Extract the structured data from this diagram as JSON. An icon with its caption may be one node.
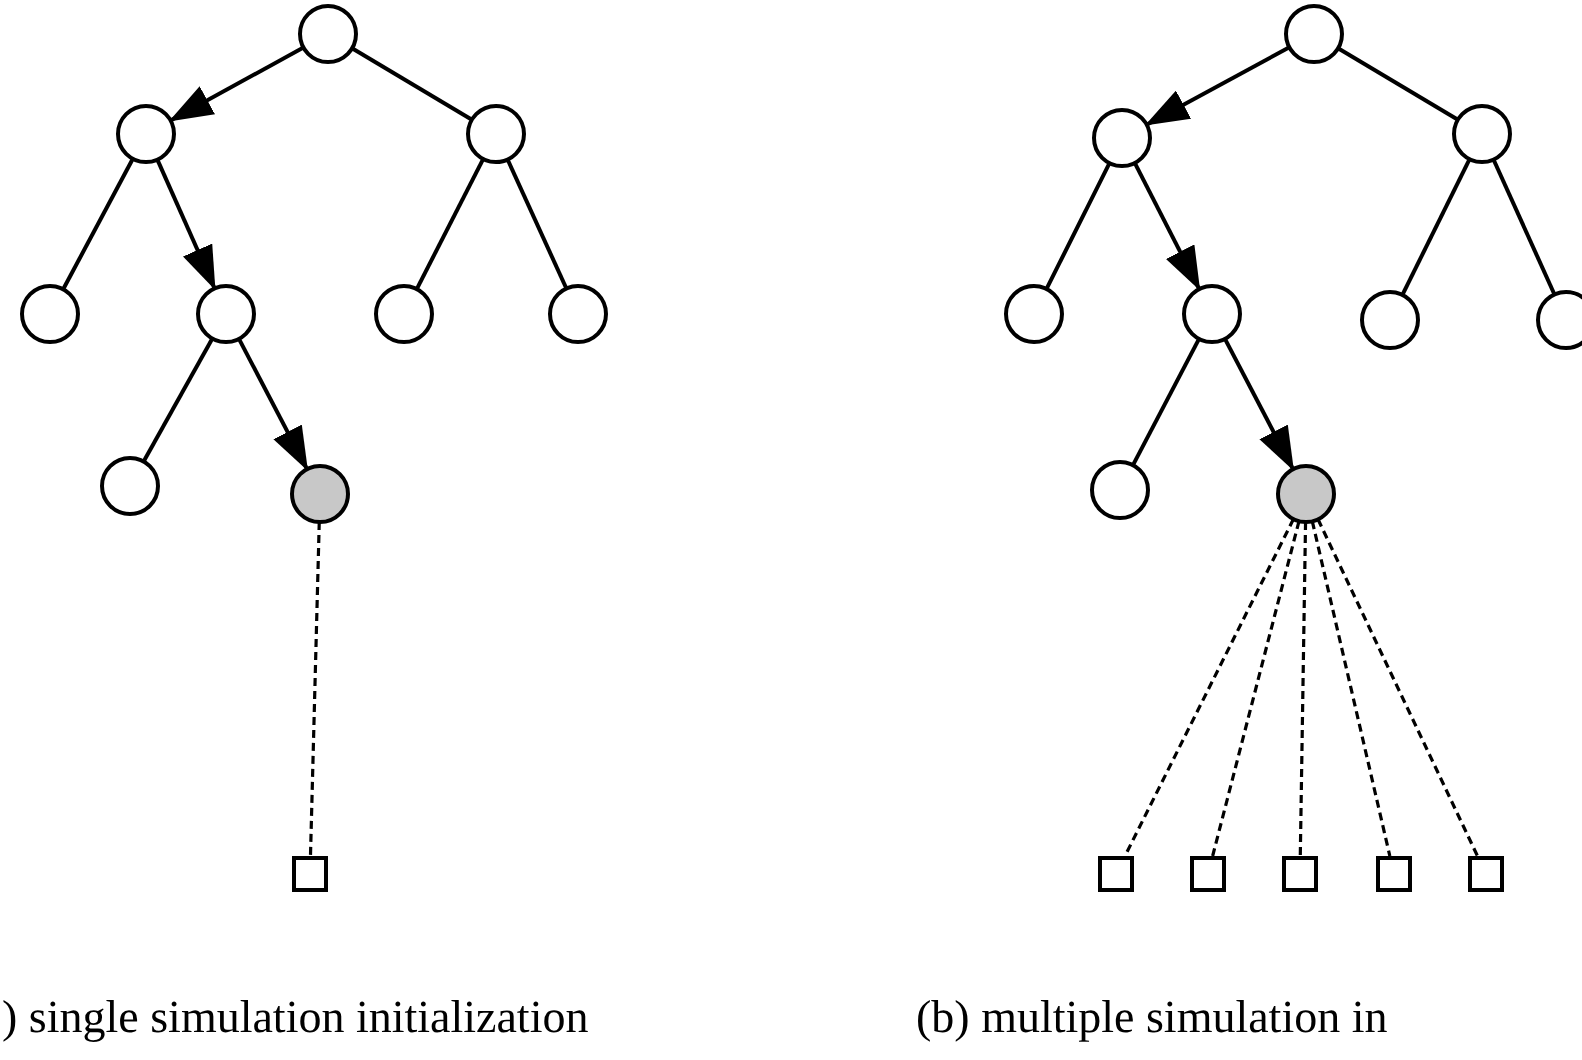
{
  "diagram": {
    "nodes": [
      {
        "text": [],
        "shape": "circle"
      },
      {
        "text": [],
        "shape": "circle"
      },
      {
        "text": [],
        "shape": "circle"
      },
      {
        "text": [],
        "shape": "circle"
      },
      {
        "text": [],
        "shape": "circle"
      },
      {
        "text": [],
        "shape": "circle"
      },
      {
        "text": [],
        "shape": "circle"
      },
      {
        "text": [],
        "shape": "circle"
      },
      {
        "text": [],
        "shape": "circle"
      },
      {
        "text": [],
        "shape": "box"
      },
      {
        "text": [],
        "shape": "circle"
      },
      {
        "text": [],
        "shape": "circle"
      },
      {
        "text": [],
        "shape": "circle"
      },
      {
        "text": [],
        "shape": "circle"
      },
      {
        "text": [],
        "shape": "circle"
      },
      {
        "text": [],
        "shape": "circle"
      },
      {
        "text": [],
        "shape": "circle"
      },
      {
        "text": [],
        "shape": "circle"
      },
      {
        "text": [],
        "shape": "circle"
      },
      {
        "text": [],
        "shape": "box"
      },
      {
        "text": [],
        "shape": "box"
      },
      {
        "text": [],
        "shape": "box"
      },
      {
        "text": [],
        "shape": "box"
      },
      {
        "text": [],
        "shape": "box"
      }
    ],
    "edges": [
      {
        "from": 0,
        "to": 1,
        "arrow": "to"
      },
      {
        "from": 0,
        "to": 2,
        "arrow": "none"
      },
      {
        "from": 1,
        "to": 3,
        "arrow": "none"
      },
      {
        "from": 1,
        "to": 4,
        "arrow": "to"
      },
      {
        "from": 2,
        "to": 5,
        "arrow": "none"
      },
      {
        "from": 2,
        "to": 6,
        "arrow": "none"
      },
      {
        "from": 4,
        "to": 7,
        "arrow": "none"
      },
      {
        "from": 4,
        "to": 8,
        "arrow": "to"
      },
      {
        "from": 8,
        "to": 9,
        "arrow": "none",
        "style": "dashed"
      },
      {
        "from": 10,
        "to": 11,
        "arrow": "to"
      },
      {
        "from": 10,
        "to": 12,
        "arrow": "none"
      },
      {
        "from": 11,
        "to": 13,
        "arrow": "none"
      },
      {
        "from": 11,
        "to": 14,
        "arrow": "to"
      },
      {
        "from": 12,
        "to": 15,
        "arrow": "none"
      },
      {
        "from": 12,
        "to": 16,
        "arrow": "none"
      },
      {
        "from": 14,
        "to": 17,
        "arrow": "none"
      },
      {
        "from": 14,
        "to": 18,
        "arrow": "to"
      },
      {
        "from": 18,
        "to": 19,
        "arrow": "none",
        "style": "dashed"
      },
      {
        "from": 18,
        "to": 20,
        "arrow": "none",
        "style": "dashed"
      },
      {
        "from": 18,
        "to": 21,
        "arrow": "none",
        "style": "dashed"
      },
      {
        "from": 18,
        "to": 22,
        "arrow": "none",
        "style": "dashed"
      },
      {
        "from": 18,
        "to": 23,
        "arrow": "none",
        "style": "dashed"
      }
    ],
    "labels": [
      ") single simulation initialization",
      "(b) multiple simulation in"
    ]
  }
}
